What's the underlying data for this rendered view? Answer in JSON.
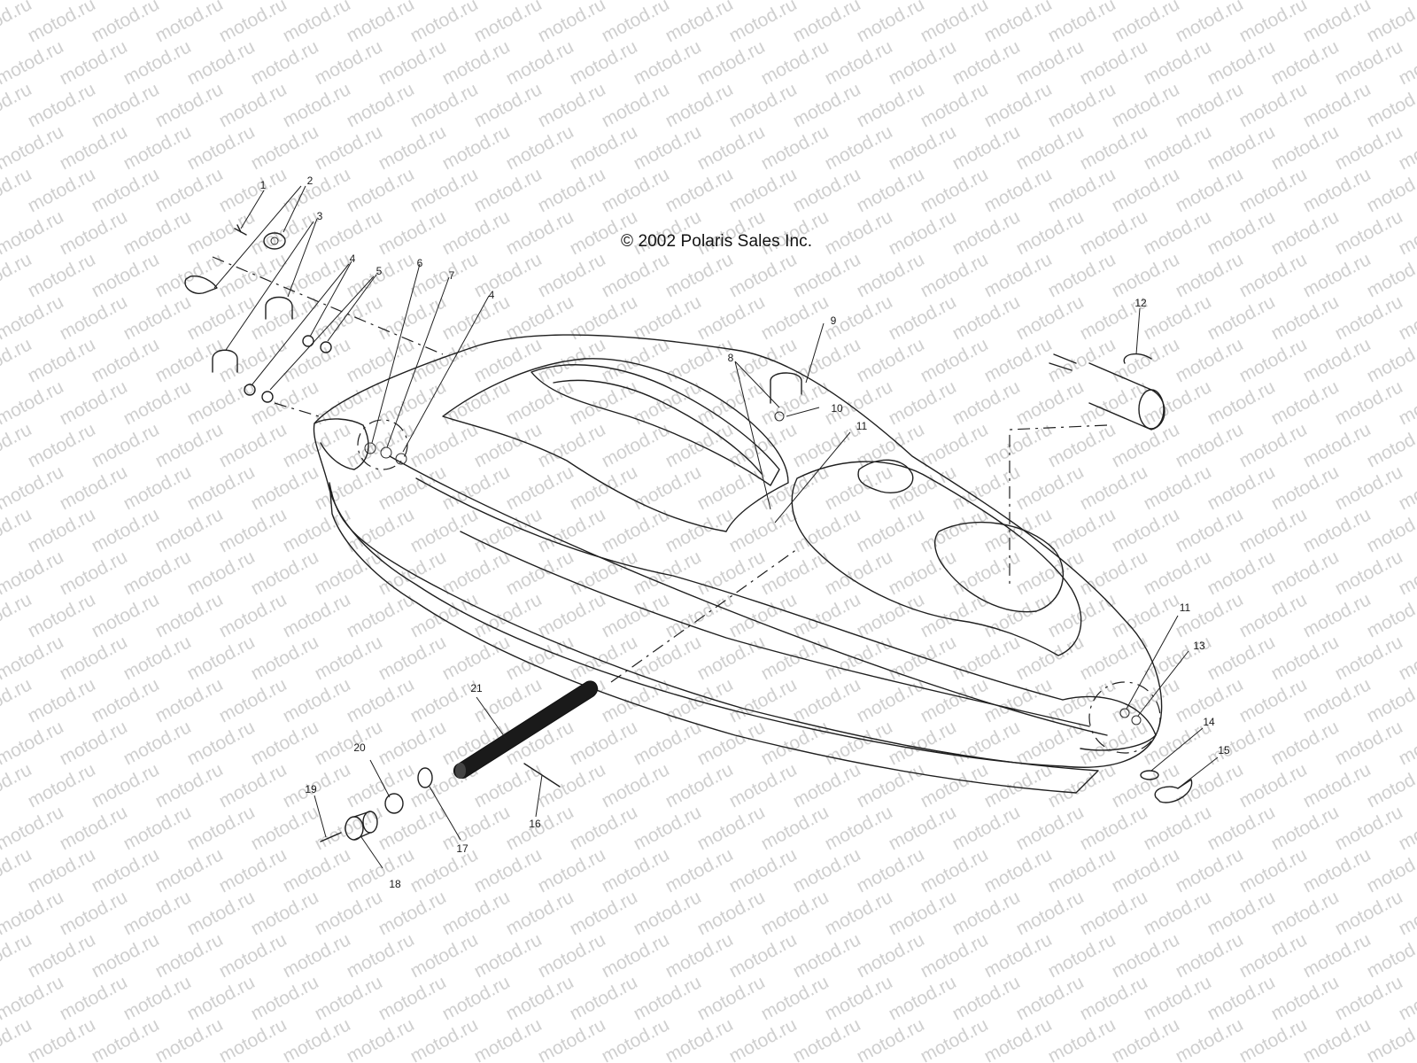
{
  "copyright": "© 2002 Polaris Sales Inc.",
  "watermark": "motod.ru",
  "callouts": [
    "1",
    "2",
    "3",
    "4",
    "5",
    "6",
    "7",
    "4",
    "8",
    "9",
    "10",
    "11",
    "12",
    "11",
    "13",
    "14",
    "15",
    "16",
    "17",
    "18",
    "19",
    "20",
    "21"
  ]
}
